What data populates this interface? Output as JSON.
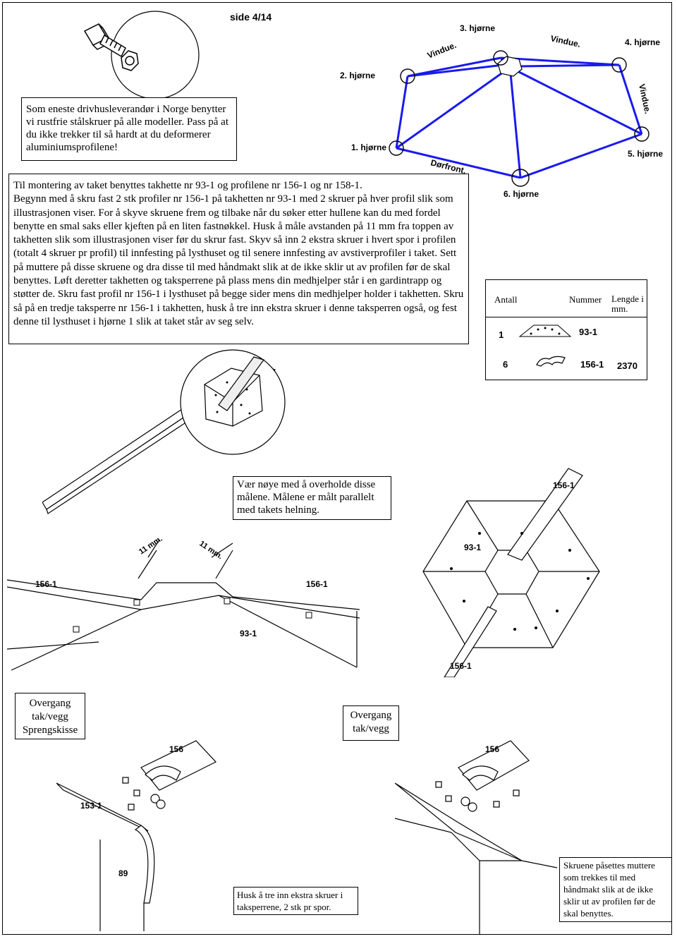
{
  "page_number": "side 4/14",
  "top_note": "Som eneste drivhusleverandør i Norge benytter vi rustfrie stålskruer på alle modeller. Pass på at du ikke trekker til så hardt at du deformerer aluminiumsprofilene!",
  "main_text": {
    "line1": "Til montering av taket benyttes takhette nr 93-1 og profilene nr 156-1 og nr 158-1.",
    "body": "Begynn med å skru fast 2 stk profiler nr 156-1 på takhetten nr 93-1 med 2 skruer på hver profil slik som illustrasjonen viser. For å skyve skruene frem og tilbake når du søker etter hullene kan du med fordel benytte en smal saks eller kjeften på en liten fastnøkkel. Husk å måle avstanden på 11 mm fra toppen av takhetten slik som illustrasjonen viser før du skrur fast. Skyv så inn 2 ekstra skruer i hvert spor i profilen (totalt 4 skruer pr profil) til innfesting på lysthuset og til senere innfesting av avstiverprofiler i taket. Sett på muttere på disse skruene og dra disse til med håndmakt slik at de ikke sklir ut av profilen før de skal benyttes. Løft deretter takhetten og taksperrene på plass mens din medhjelper står i en gardintrapp og støtter de. Skru fast profil nr 156-1 i lysthuset på begge sider mens din medhjelper holder i takhetten. Skru så på en tredje taksperre nr 156-1 i takhetten, husk å tre inn ekstra skruer i denne taksperren også, og fest denne til lysthuset i hjørne 1 slik at taket står av seg selv."
  },
  "plan_diagram": {
    "corners": [
      "1. hjørne",
      "2. hjørne",
      "3. hjørne",
      "4. hjørne",
      "5. hjørne",
      "6. hjørne"
    ],
    "side_labels": [
      "Vindue.",
      "Vindue.",
      "Vindue.",
      "Dørfront."
    ]
  },
  "parts_table": {
    "headers": [
      "Antall",
      "Nummer",
      "Lengde i mm."
    ],
    "rows": [
      {
        "antall": "1",
        "nummer": "93-1",
        "lengde": ""
      },
      {
        "antall": "6",
        "nummer": "156-1",
        "lengde": "2370"
      }
    ]
  },
  "careful_note": "Vær nøye med å overholde disse målene. Målene er målt parallelt med takets helning.",
  "measure_labels": [
    "11 mm.",
    "11 mm."
  ],
  "part_labels": {
    "p156_1": "156-1",
    "p93_1": "93-1",
    "p156": "156",
    "p153_1": "153-1",
    "p89": "89"
  },
  "transition_left": "Overgang tak/vegg Sprengskisse",
  "transition_right": "Overgang tak/vegg",
  "husk_note": "Husk å tre inn ekstra skruer i taksperrene, 2 stk pr spor.",
  "screw_note": "Skruene påsettes muttere som trekkes til med håndmakt slik at de ikke sklir ut av profilen før de skal benyttes."
}
